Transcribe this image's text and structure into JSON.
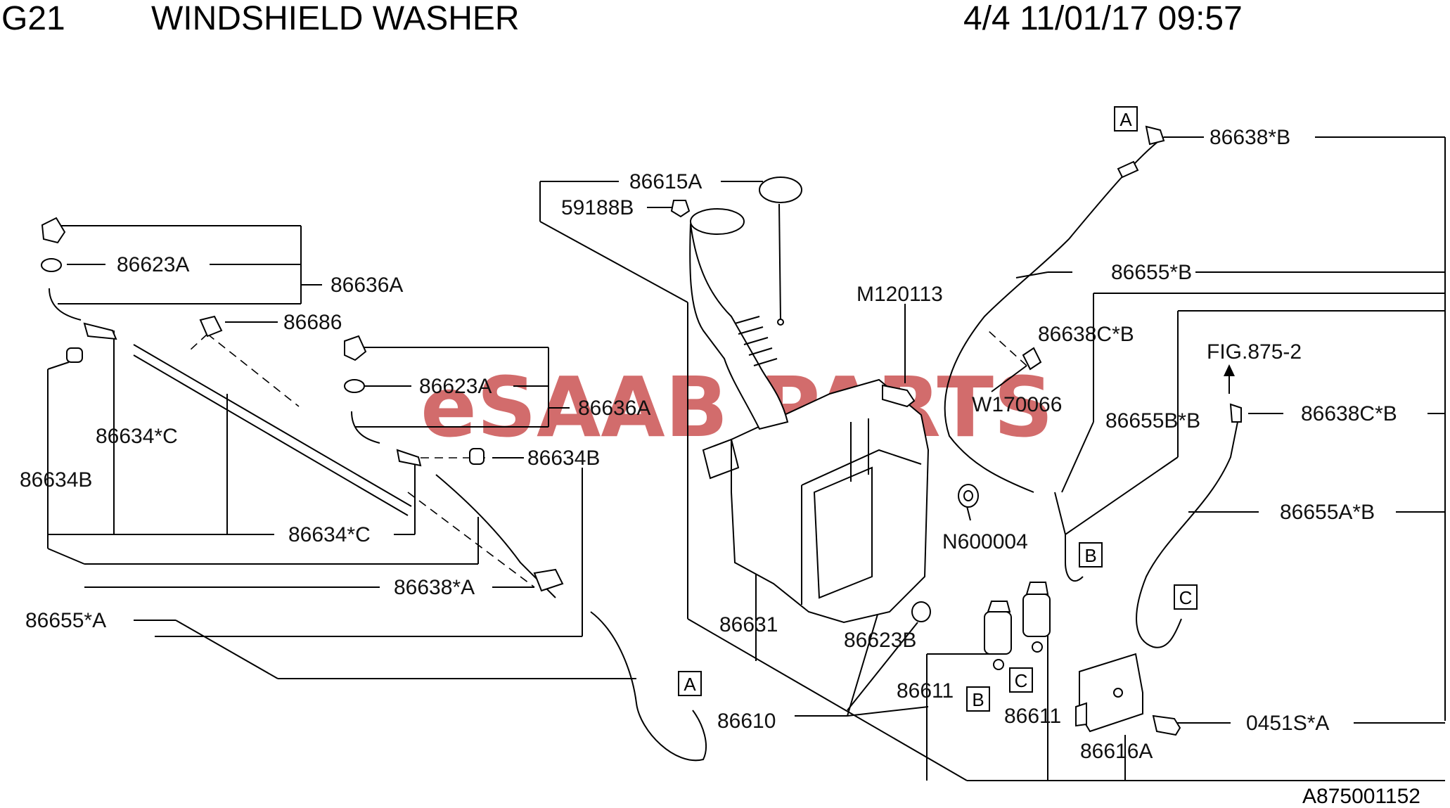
{
  "header": {
    "code": "G21",
    "title": "WINDSHIELD WASHER",
    "page_date": "4/4 11/01/17 09:57"
  },
  "watermark": {
    "left": "eSAAB",
    "right": "PARTS"
  },
  "colors": {
    "watermark_red": "#c43b3b",
    "watermark_grey": "#bdbdbd",
    "ink": "#000000"
  },
  "callouts": {
    "p86638B": "86638*B",
    "p86615A": "86615A",
    "p59188B": "59188B",
    "p86623A_1": "86623A",
    "p86636A_1": "86636A",
    "p86686": "86686",
    "p86655B": "86655*B",
    "pM120113": "M120113",
    "p86638CB_1": "86638C*B",
    "pW170066": "W170066",
    "pFIG": "FIG.875-2",
    "p86623A_2": "86623A",
    "p86636A_2": "86636A",
    "p86634C_1": "86634*C",
    "p86655BB": "86655B*B",
    "p86638CB_2": "86638C*B",
    "p86634B_1": "86634B",
    "p86634B_2": "86634B",
    "p86634C_2": "86634*C",
    "pN600004": "N600004",
    "p86655AB": "86655A*B",
    "p86638A": "86638*A",
    "p86655A": "86655*A",
    "p86631": "86631",
    "p86623B": "86623B",
    "p86611_1": "86611",
    "p86611_2": "86611",
    "p86610": "86610",
    "p0451SA": "0451S*A",
    "p86616A": "86616A"
  },
  "connector_tags": {
    "A_top": "A",
    "A_bottom": "A",
    "B_pipe": "B",
    "B_pump": "B",
    "C_pump": "C",
    "C_hose": "C"
  },
  "footer": {
    "drawing_id": "A875001152"
  }
}
